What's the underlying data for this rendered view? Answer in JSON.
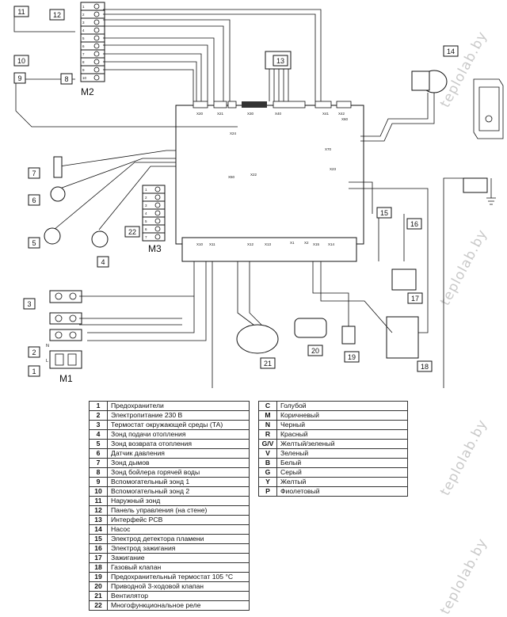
{
  "diagram": {
    "block_labels": {
      "M1": "M1",
      "M2": "M2",
      "M3": "M3"
    },
    "callouts": [
      "1",
      "2",
      "3",
      "4",
      "5",
      "6",
      "7",
      "8",
      "9",
      "10",
      "11",
      "12",
      "13",
      "14",
      "15",
      "16",
      "17",
      "18",
      "19",
      "20",
      "21",
      "22"
    ],
    "connectors": [
      "X20",
      "X21",
      "X30",
      "X40",
      "X41",
      "X42",
      "X60",
      "X24",
      "X70",
      "X23",
      "X50",
      "X22",
      "X10",
      "X11",
      "X12",
      "X13",
      "X1",
      "X2",
      "X15",
      "X14"
    ],
    "m2_terminals": [
      "1",
      "2",
      "3",
      "4",
      "5",
      "6",
      "7",
      "8",
      "9",
      "10"
    ],
    "m3_terminals": [
      "1",
      "2",
      "3",
      "4",
      "5",
      "6",
      "7"
    ],
    "wire_codes": [
      "C",
      "M",
      "N",
      "R",
      "G/V",
      "V",
      "B",
      "G",
      "Y",
      "P"
    ],
    "m1_marks": [
      "N",
      "L"
    ]
  },
  "legend_components": [
    {
      "num": "1",
      "text": "Предохранители"
    },
    {
      "num": "2",
      "text": "Электропитание 230 В"
    },
    {
      "num": "3",
      "text": "Термостат окружающей среды (ТА)"
    },
    {
      "num": "4",
      "text": "Зонд подачи отопления"
    },
    {
      "num": "5",
      "text": "Зонд возврата отопления"
    },
    {
      "num": "6",
      "text": "Датчик давления"
    },
    {
      "num": "7",
      "text": "Зонд дымов"
    },
    {
      "num": "8",
      "text": "Зонд бойлера горячей воды"
    },
    {
      "num": "9",
      "text": "Вспомогательный зонд 1"
    },
    {
      "num": "10",
      "text": "Вспомогательный зонд 2"
    },
    {
      "num": "11",
      "text": "Наружный зонд"
    },
    {
      "num": "12",
      "text": "Панель управления (на стене)"
    },
    {
      "num": "13",
      "text": "Интерфейс PCB"
    },
    {
      "num": "14",
      "text": "Насос"
    },
    {
      "num": "15",
      "text": "Электрод детектора пламени"
    },
    {
      "num": "16",
      "text": "Электрод зажигания"
    },
    {
      "num": "17",
      "text": "Зажигание"
    },
    {
      "num": "18",
      "text": "Газовый клапан"
    },
    {
      "num": "19",
      "text": "Предохранительный термостат  105 °C"
    },
    {
      "num": "20",
      "text": "Приводной 3-ходовой клапан"
    },
    {
      "num": "21",
      "text": "Вентилятор"
    },
    {
      "num": "22",
      "text": "Многофункциональное реле"
    }
  ],
  "legend_colors": [
    {
      "code": "C",
      "text": "Голубой"
    },
    {
      "code": "M",
      "text": "Коричневый"
    },
    {
      "code": "N",
      "text": "Черный"
    },
    {
      "code": "R",
      "text": "Красный"
    },
    {
      "code": "G/V",
      "text": "Желтый/зеленый"
    },
    {
      "code": "V",
      "text": "Зеленый"
    },
    {
      "code": "B",
      "text": "Белый"
    },
    {
      "code": "G",
      "text": "Серый"
    },
    {
      "code": "Y",
      "text": "Желтый"
    },
    {
      "code": "P",
      "text": "Фиолетовый"
    }
  ],
  "watermark": "teplolab.by"
}
